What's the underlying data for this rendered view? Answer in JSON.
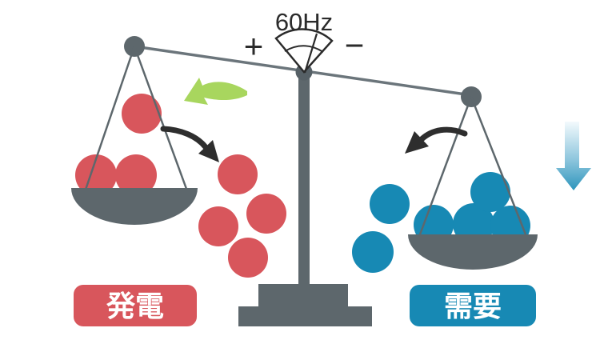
{
  "diagram": {
    "title": "Supply-demand balance scale",
    "gauge": {
      "frequency": "60Hz",
      "plus": "+",
      "minus": "−"
    },
    "left_label": "発電",
    "right_label": "需要"
  },
  "colors": {
    "red": "#d8565c",
    "blue": "#1789b4",
    "gray": "#5d676c",
    "pivot_gray": "#566066",
    "beam_gray": "#6b757b",
    "string_gray": "#5d676c",
    "green": "#a8d65e",
    "black": "#2e2e2e",
    "text_dark": "#2b2b2b",
    "white": "#ffffff",
    "fade_top": "#f3fafd",
    "fade_mid": "#8ec6dd",
    "fade_bottom": "#2d95bc"
  },
  "balls": {
    "red": {
      "count": 7,
      "positions": [
        [
          177,
          142,
          25
        ],
        [
          120,
          219,
          26
        ],
        [
          170,
          219,
          26
        ],
        [
          297,
          218,
          25
        ],
        [
          333,
          267,
          25
        ],
        [
          273,
          283,
          25
        ],
        [
          310,
          322,
          25
        ]
      ]
    },
    "blue": {
      "count": 6,
      "positions": [
        [
          487,
          255,
          25
        ],
        [
          466,
          315,
          26
        ],
        [
          542,
          281,
          25
        ],
        [
          592,
          280,
          26
        ],
        [
          638,
          282,
          25
        ],
        [
          613,
          240,
          25
        ]
      ]
    }
  }
}
